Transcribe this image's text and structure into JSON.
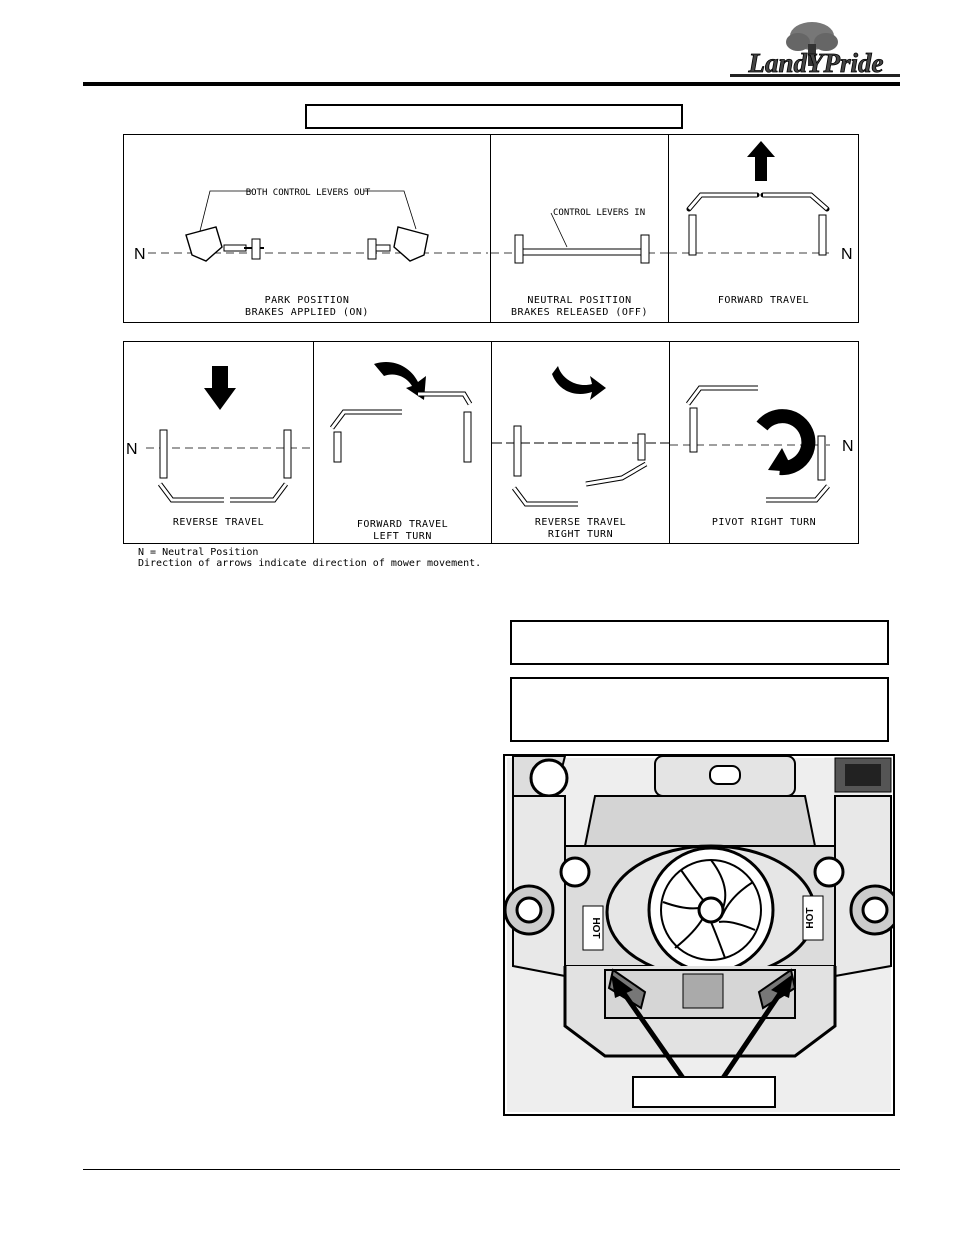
{
  "header": {
    "brand": "LandPride"
  },
  "diagram": {
    "neutral_marker": "N",
    "top_row": [
      {
        "callout": "BOTH CONTROL LEVERS OUT",
        "caption_line1": "PARK POSITION",
        "caption_line2": "BRAKES APPLIED (ON)"
      },
      {
        "callout": "CONTROL LEVERS IN",
        "caption_line1": "NEUTRAL POSITION",
        "caption_line2": "BRAKES RELEASED (OFF)"
      },
      {
        "caption_line1": "FORWARD TRAVEL",
        "caption_line2": ""
      }
    ],
    "bottom_row": [
      {
        "caption_line1": "REVERSE TRAVEL",
        "caption_line2": ""
      },
      {
        "caption_line1": "FORWARD TRAVEL",
        "caption_line2": "LEFT TURN"
      },
      {
        "caption_line1": "REVERSE TRAVEL",
        "caption_line2": "RIGHT TURN"
      },
      {
        "caption_line1": "PIVOT RIGHT TURN",
        "caption_line2": ""
      }
    ],
    "legend_line1": "N = Neutral Position",
    "legend_line2": "Direction of arrows indicate direction of mower movement."
  },
  "photo": {
    "hot_label": "HOT"
  }
}
